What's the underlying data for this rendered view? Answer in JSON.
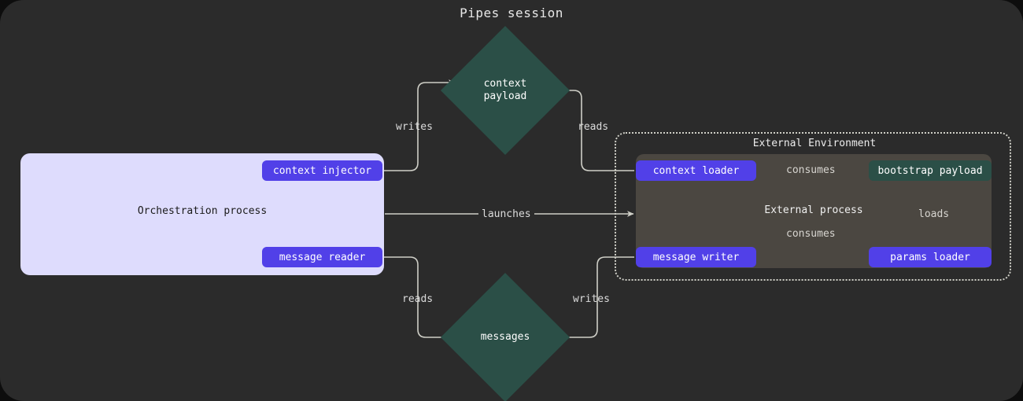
{
  "diagram": {
    "title": "Pipes session",
    "background_color": "#2b2b2b",
    "accent_purple": "#5140e8",
    "accent_teal": "#2b4f47",
    "panel_lavender": "#dedcfd",
    "panel_gray": "#4b4741",
    "edge_color": "#cfcfc7"
  },
  "orchestration": {
    "label": "Orchestration process",
    "nodes": [
      {
        "id": "context-injector",
        "label": "context injector"
      },
      {
        "id": "message-reader",
        "label": "message reader"
      }
    ]
  },
  "external_environment": {
    "label": "External Environment",
    "process": {
      "label": "External process",
      "nodes": [
        {
          "id": "context-loader",
          "label": "context loader"
        },
        {
          "id": "bootstrap-payload",
          "label": "bootstrap payload"
        },
        {
          "id": "message-writer",
          "label": "message writer"
        },
        {
          "id": "params-loader",
          "label": "params loader"
        }
      ]
    }
  },
  "stores": [
    {
      "id": "context-payload",
      "label": "context\npayload"
    },
    {
      "id": "messages",
      "label": "messages"
    }
  ],
  "edges": [
    {
      "id": "writes-context-payload",
      "label": "writes",
      "from": "context-injector",
      "to": "context-payload"
    },
    {
      "id": "reads-context-payload",
      "label": "reads",
      "from": "context-loader",
      "to": "context-payload"
    },
    {
      "id": "launches-external-process",
      "label": "launches",
      "from": "orchestration-process",
      "to": "external-process"
    },
    {
      "id": "reads-messages",
      "label": "reads",
      "from": "message-reader",
      "to": "messages"
    },
    {
      "id": "writes-messages",
      "label": "writes",
      "from": "message-writer",
      "to": "messages"
    },
    {
      "id": "consumes-context-loader",
      "label": "consumes",
      "from": "context-loader",
      "to": "bootstrap-payload"
    },
    {
      "id": "consumes-message-writer",
      "label": "consumes",
      "from": "message-writer",
      "to": "bootstrap-payload"
    },
    {
      "id": "loads-params-loader",
      "label": "loads",
      "from": "params-loader",
      "to": "bootstrap-payload"
    }
  ]
}
